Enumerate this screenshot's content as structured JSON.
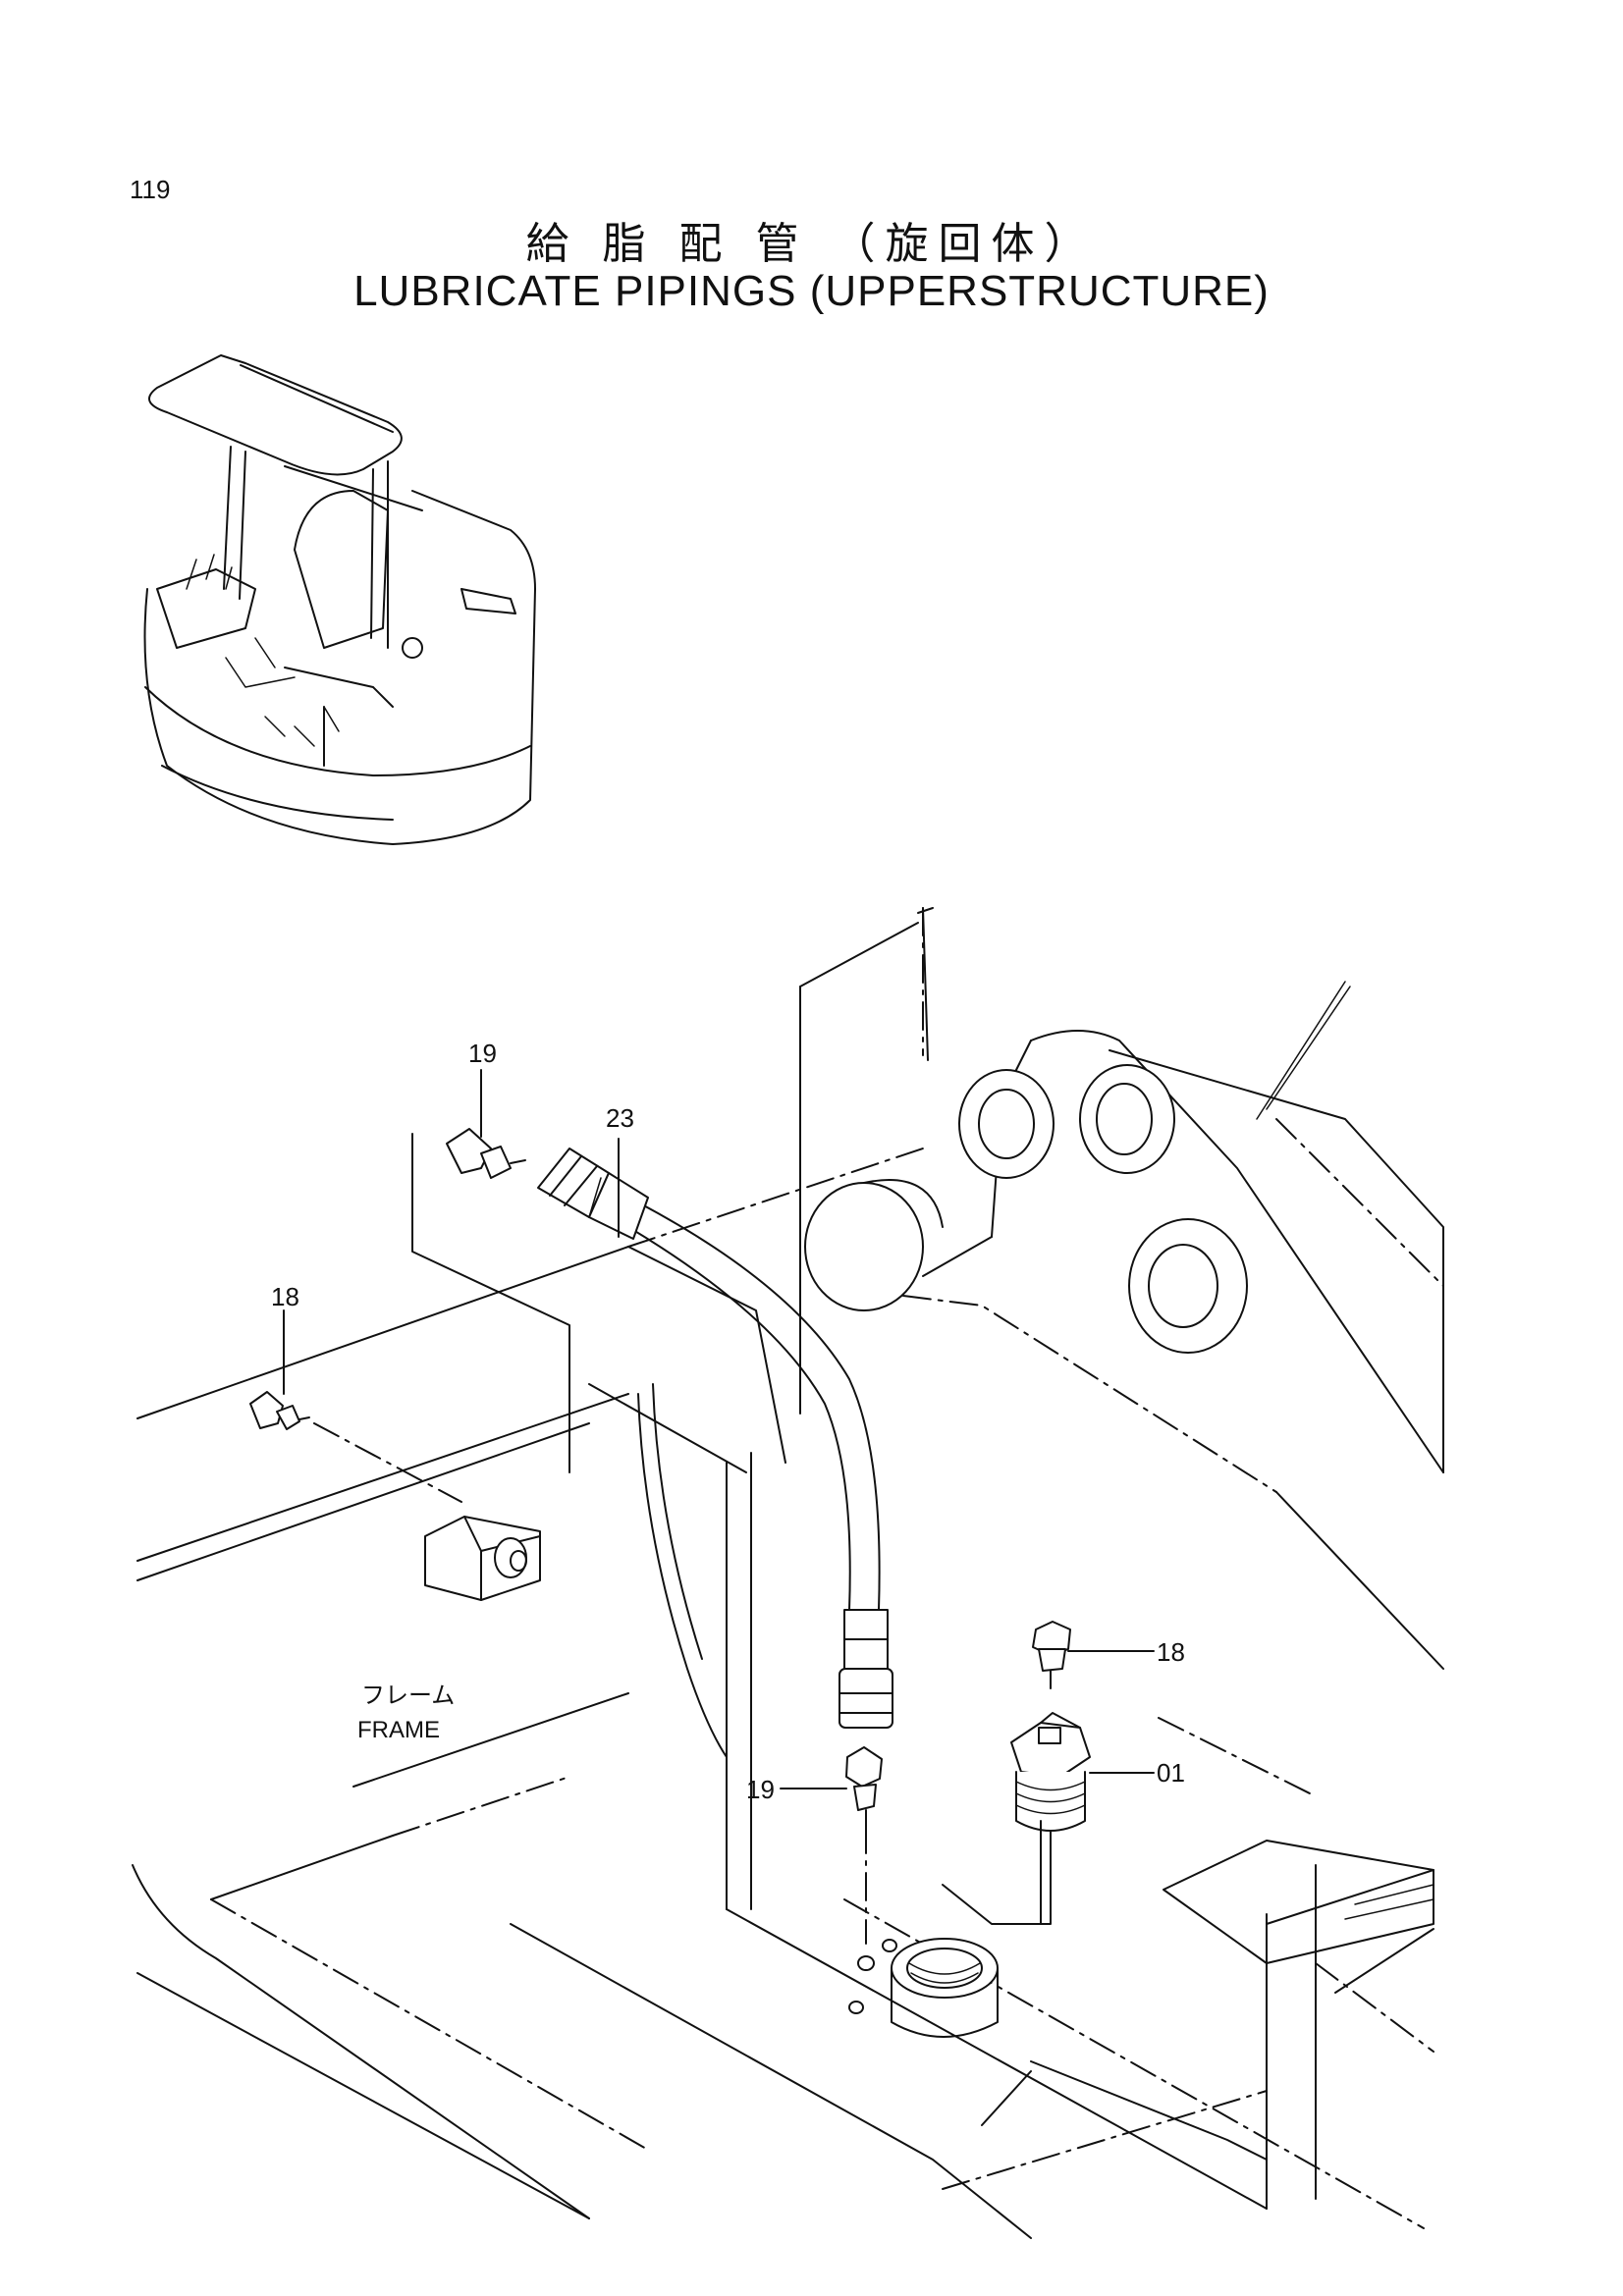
{
  "page": {
    "number": "119",
    "title_jp": "給 脂 配 管 （旋回体）",
    "title_en": "LUBRICATE PIPINGS (UPPERSTRUCTURE)"
  },
  "labels": {
    "frame_jp": "フレーム",
    "frame_en": "FRAME"
  },
  "callouts": [
    {
      "id": "callout-19-top",
      "text": "19"
    },
    {
      "id": "callout-23",
      "text": "23"
    },
    {
      "id": "callout-18-left",
      "text": "18"
    },
    {
      "id": "callout-18-right",
      "text": "18"
    },
    {
      "id": "callout-01",
      "text": "01"
    },
    {
      "id": "callout-19-bottom",
      "text": "19"
    }
  ]
}
